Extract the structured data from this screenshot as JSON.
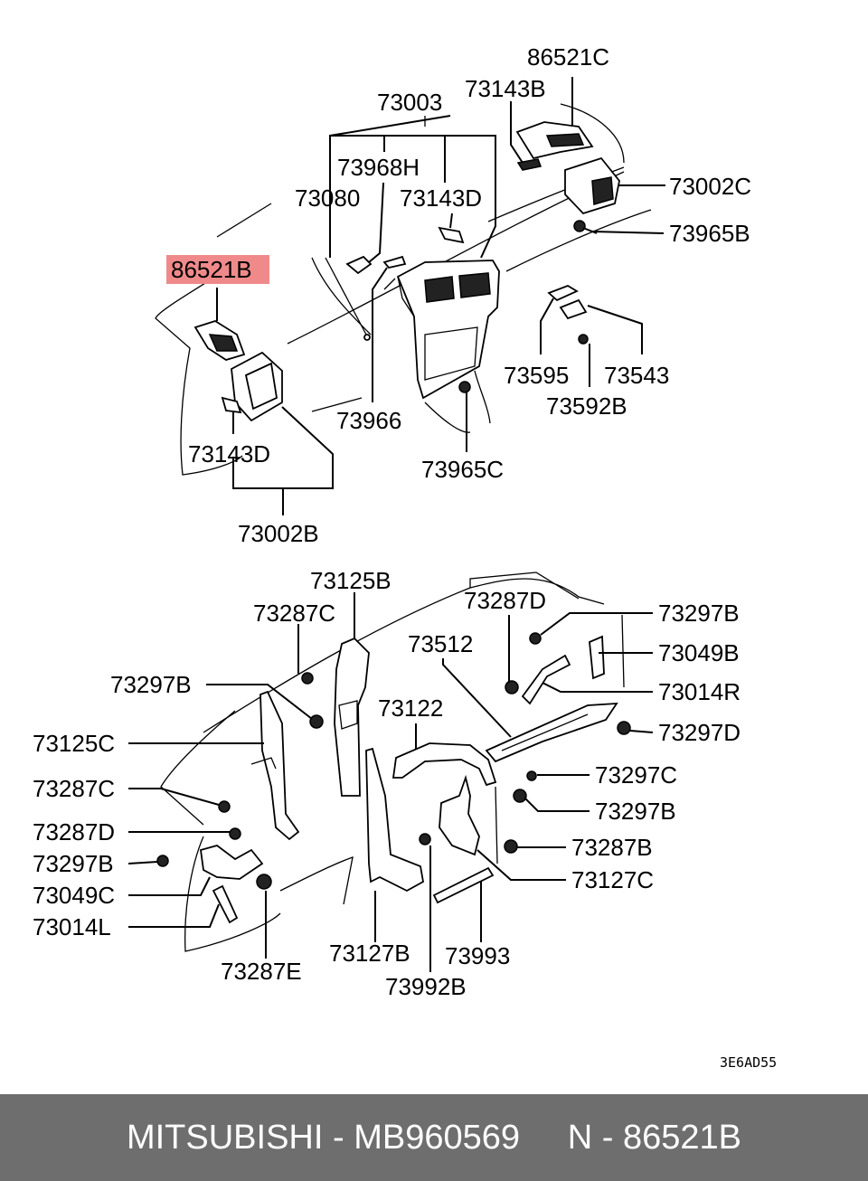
{
  "colors": {
    "highlight": "#f08a8a",
    "footer_bg": "#6e6e6e",
    "footer_text": "#ffffff"
  },
  "highlighted_part": "86521B",
  "labels": {
    "l86521C": "86521C",
    "l73143B": "73143B",
    "l73003": "73003",
    "l73968H": "73968H",
    "l73080": "73080",
    "l73143D_top": "73143D",
    "l73002C": "73002C",
    "l86521B": "86521B",
    "l73965B": "73965B",
    "l73595": "73595",
    "l73543": "73543",
    "l73592B": "73592B",
    "l73966": "73966",
    "l73143D_left": "73143D",
    "l73965C": "73965C",
    "l73002B": "73002B",
    "l73125B": "73125B",
    "l73287D_top": "73287D",
    "l73287C_top": "73287C",
    "l73297B_top": "73297B",
    "l73512": "73512",
    "l73049B": "73049B",
    "l73297B_left": "73297B",
    "l73014R": "73014R",
    "l73122": "73122",
    "l73297D": "73297D",
    "l73125C": "73125C",
    "l73297C": "73297C",
    "l73287C_left": "73287C",
    "l73297B_right": "73297B",
    "l73287D_left": "73287D",
    "l73287B": "73287B",
    "l73297B_lower": "73297B",
    "l73127C": "73127C",
    "l73049C": "73049C",
    "l73014L": "73014L",
    "l73127B": "73127B",
    "l73993": "73993",
    "l73287E": "73287E",
    "l73992B": "73992B",
    "diagram_code": "3E6AD55"
  },
  "footer": {
    "text": "MITSUBISHI - MB960569     N - 86521B"
  }
}
